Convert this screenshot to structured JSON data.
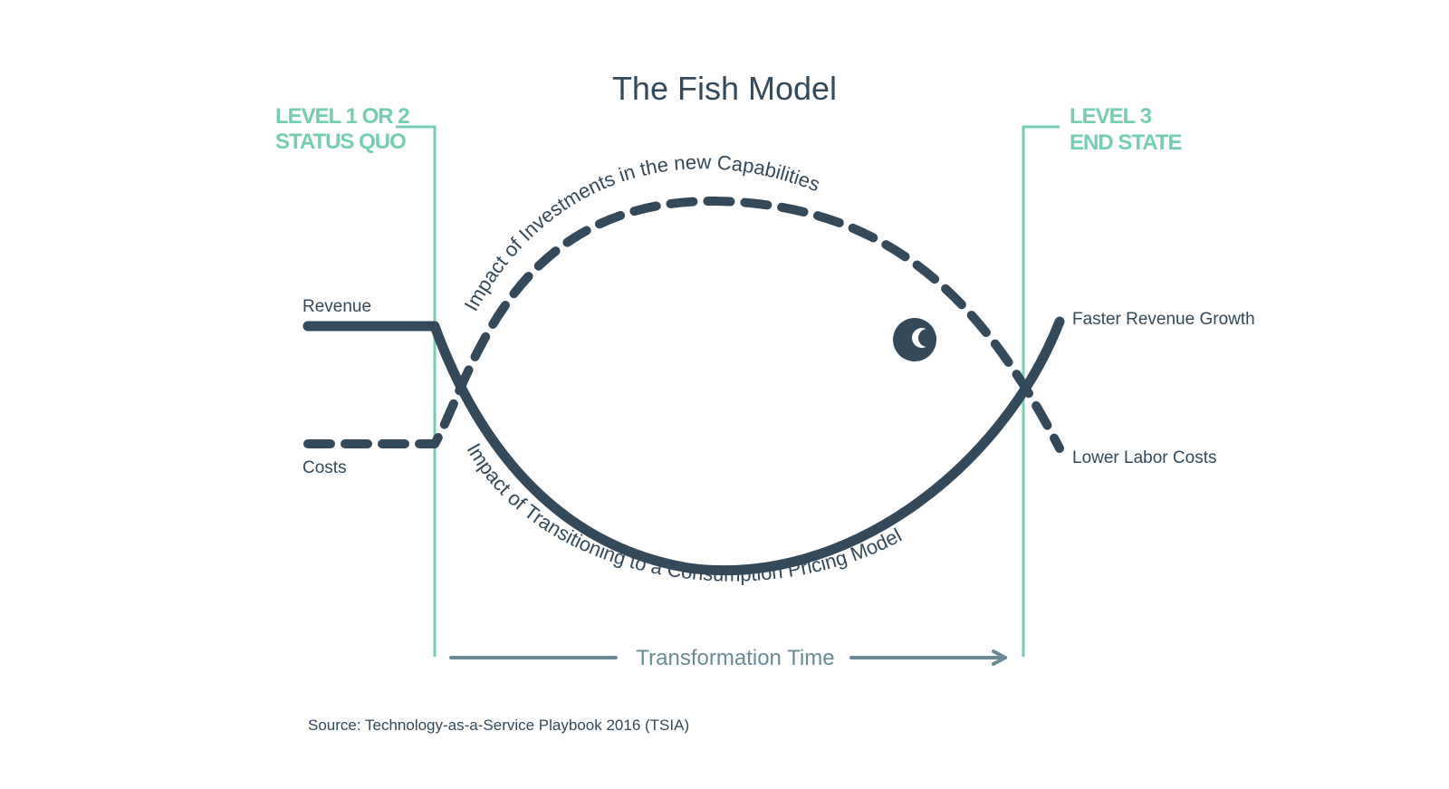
{
  "title": "The Fish Model",
  "left_state": {
    "line1": "LEVEL 1 OR 2",
    "line2": "STATUS QUO"
  },
  "right_state": {
    "line1": "LEVEL 3",
    "line2": "END STATE"
  },
  "left_labels": {
    "revenue": "Revenue",
    "costs": "Costs"
  },
  "right_labels": {
    "revenue": "Faster Revenue Growth",
    "costs": "Lower Labor Costs"
  },
  "curve_labels": {
    "top": "Impact of Investments in the new Capabilities",
    "bottom": "Impact of Transitioning to a Consumption Pricing Model"
  },
  "axis": {
    "label": "Transformation Time"
  },
  "source": "Source: Technology-as-a-Service Playbook 2016 (TSIA)",
  "colors": {
    "dark": "#34495a",
    "teal": "#75cdb2",
    "time": "#6a8b95"
  },
  "icons": {
    "eye": "fish-eye-icon",
    "arrow": "arrow-right-icon"
  }
}
